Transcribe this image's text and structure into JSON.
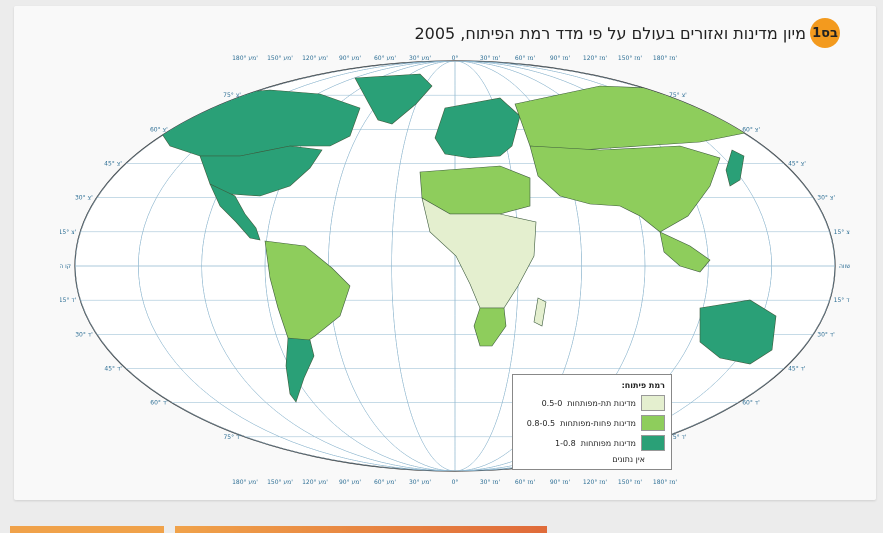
{
  "header": {
    "badge": "בס1",
    "title": "מיון מדינות ואזורים בעולם על פי מדד רמת הפיתוח, 2005"
  },
  "legend": {
    "title": "רמת פיתוח:",
    "items": [
      {
        "range": "0.5-0",
        "label": "מדינות תת-מפותחות",
        "color": "#e4efcf"
      },
      {
        "range": "0.8-0.5",
        "label": "מדינות פחות-מפותחות",
        "color": "#8ecd5c"
      },
      {
        "range": "1-0.8",
        "label": "מדינות מפותחות",
        "color": "#2aa077"
      }
    ],
    "no_data": "אין נתונים"
  },
  "map": {
    "ocean_color": "#ffffff",
    "grid_color": "#8fb7cf",
    "top_labels": [
      "180° מע'",
      "150° מע'",
      "120° מע'",
      "90° מע'",
      "60° מע'",
      "30° מע'",
      "0°",
      "30° מז'",
      "60° מז'",
      "90° מז'",
      "120° מז'",
      "150° מז'",
      "180° מז'"
    ],
    "bottom_labels": [
      "180° מע'",
      "150° מע'",
      "120° מע'",
      "90° מע'",
      "60° מע'",
      "30° מע'",
      "0°",
      "30° מז'",
      "60° מז'",
      "90° מז'",
      "120° מז'",
      "150° מז'",
      "180° מז'"
    ],
    "left_labels": [
      "75° צ'",
      "60° צ'",
      "45° צ'",
      "30° צ'",
      "15° צ'",
      "קו המשווה",
      "15° ד'",
      "30° ד'",
      "45° ד'",
      "60° ד'",
      "75° ד'"
    ],
    "right_labels": [
      "75° צ'",
      "60° צ'",
      "45° צ'",
      "30° צ'",
      "15° צ'",
      "קו המשווה",
      "15° ד'",
      "30° ד'",
      "45° ד'",
      "60° ד'",
      "75° ד'"
    ]
  }
}
